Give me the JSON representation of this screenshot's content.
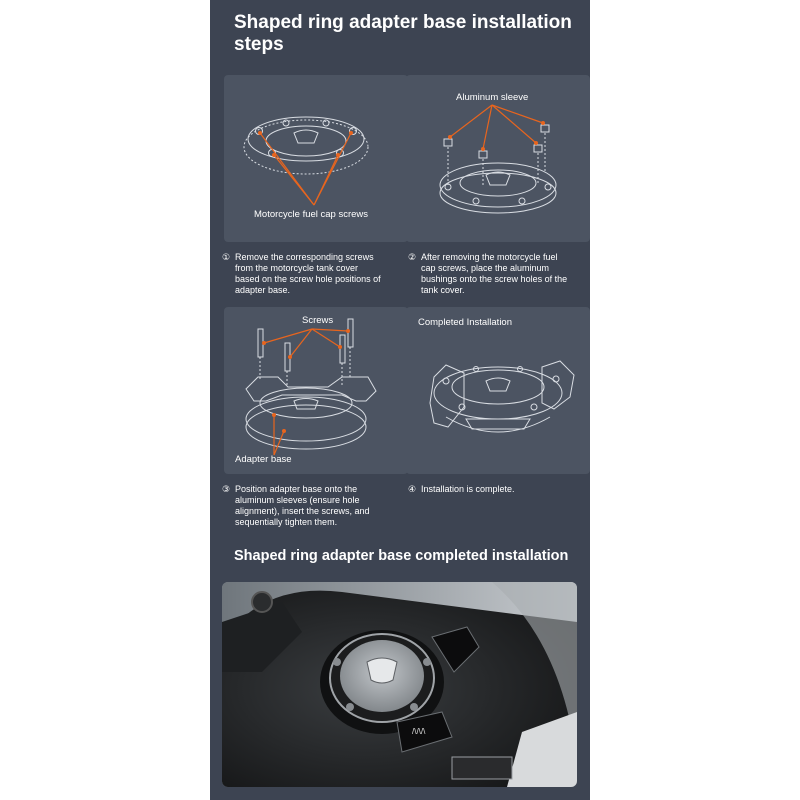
{
  "title": "Shaped ring adapter base installation steps",
  "cards": [
    {
      "label": "Motorcycle fuel cap screws"
    },
    {
      "label": "Aluminum sleeve"
    },
    {
      "label": "Screws",
      "label2": "Adapter base"
    },
    {
      "label": "Completed Installation"
    }
  ],
  "steps": [
    {
      "number": "①",
      "text": "Remove the corresponding screws from the motorcycle tank cover based on the screw hole positions of adapter base."
    },
    {
      "number": "②",
      "text": "After removing the motorcycle fuel cap screws, place the aluminum bushings onto the screw holes of the tank cover."
    },
    {
      "number": "③",
      "text": "Position adapter base onto the aluminum sleeves (ensure hole alignment), insert the screws, and sequentially tighten them."
    },
    {
      "number": "④",
      "text": "Installation is complete."
    }
  ],
  "subtitle": "Shaped ring adapter base completed installation",
  "colors": {
    "background": "#3d4452",
    "card": "#4c5462",
    "accent": "#e8651e",
    "line": "#d9dde3"
  }
}
